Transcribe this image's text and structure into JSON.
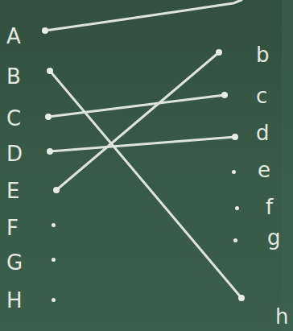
{
  "diagram": {
    "nodes": [
      {
        "text": [
          "A"
        ]
      },
      {
        "text": [
          "B"
        ]
      },
      {
        "text": [
          "C"
        ]
      },
      {
        "text": [
          "D"
        ]
      },
      {
        "text": [
          "E"
        ]
      },
      {
        "text": [
          "F"
        ]
      },
      {
        "text": [
          "G"
        ]
      },
      {
        "text": [
          "H"
        ]
      },
      {
        "text": [
          "b"
        ]
      },
      {
        "text": [
          "c"
        ]
      },
      {
        "text": [
          "d"
        ]
      },
      {
        "text": [
          "e"
        ]
      },
      {
        "text": [
          "f"
        ]
      },
      {
        "text": [
          "g"
        ]
      },
      {
        "text": [
          "h"
        ]
      }
    ],
    "edges": [
      {
        "from": 1,
        "to": 14,
        "arrow": "none"
      },
      {
        "from": 2,
        "to": 9,
        "arrow": "none"
      },
      {
        "from": 3,
        "to": 10,
        "arrow": "none"
      },
      {
        "from": 4,
        "to": 8,
        "arrow": "none"
      }
    ]
  }
}
